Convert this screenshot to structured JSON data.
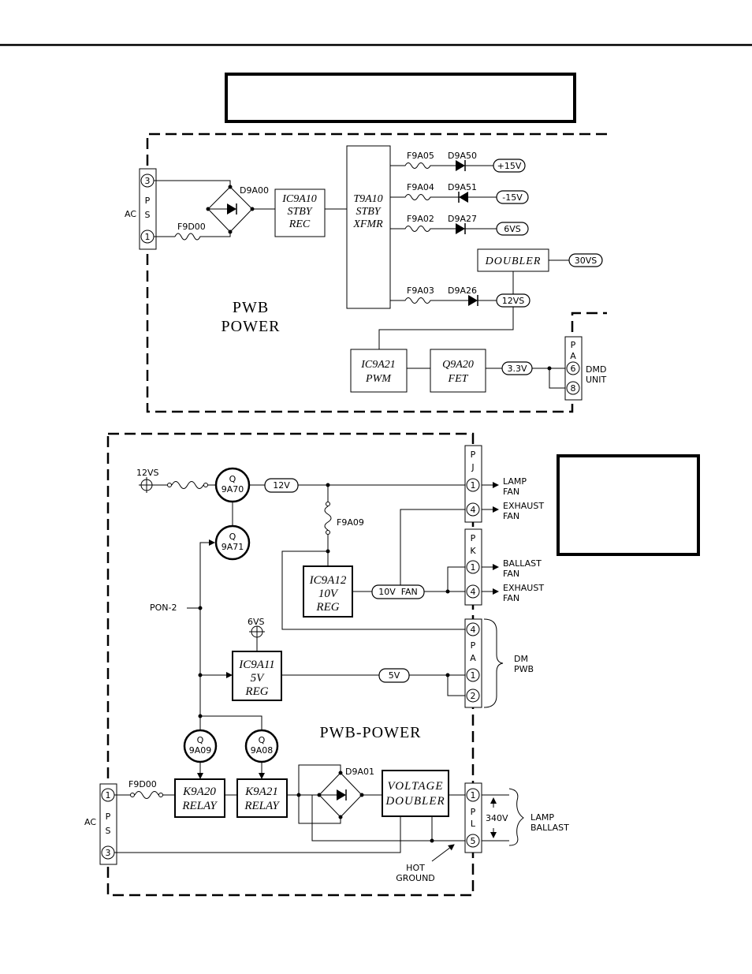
{
  "top": {
    "title": "",
    "ac": "AC",
    "ps_letters": [
      "P",
      "S"
    ],
    "ps_pins": [
      "3",
      "1"
    ],
    "d9a00": "D9A00",
    "f9d00": "F9D00",
    "ic9a10": [
      "IC9A10",
      "STBY",
      "REC"
    ],
    "t9a10": [
      "T9A10",
      "STBY",
      "XFMR"
    ],
    "fuses": [
      "F9A05",
      "F9A04",
      "F9A02",
      "F9A03"
    ],
    "diodes": [
      "D9A50",
      "D9A51",
      "D9A27",
      "D9A26"
    ],
    "outputs": [
      "+15V",
      "-15V",
      "6VS",
      "12VS"
    ],
    "doubler": "DOUBLER",
    "v30": "30VS",
    "pwb": [
      "PWB",
      "POWER"
    ],
    "ic9a21": [
      "IC9A21",
      "PWM"
    ],
    "q9a20": [
      "Q9A20",
      "FET"
    ],
    "v33": "3.3V",
    "pa_letters": [
      "P",
      "A"
    ],
    "pa_pins": [
      "6",
      "8"
    ],
    "dmd": [
      "DMD",
      "UNIT"
    ]
  },
  "bottom": {
    "v12vs": "12VS",
    "q9a70": [
      "Q",
      "9A70"
    ],
    "q9a71": [
      "Q",
      "9A71"
    ],
    "v12": "12V",
    "f9a09": "F9A09",
    "ic9a12": [
      "IC9A12",
      "10V",
      "REG"
    ],
    "fan10v": "10V  FAN",
    "pon2": "PON-2",
    "v6vs": "6VS",
    "ic9a11": [
      "IC9A11",
      "5V",
      "REG"
    ],
    "v5": "5V",
    "pwb_power": "PWB-POWER",
    "q9a09": [
      "Q",
      "9A09"
    ],
    "q9a08": [
      "Q",
      "9A08"
    ],
    "f9d00": "F9D00",
    "k9a20": [
      "K9A20",
      "RELAY"
    ],
    "k9a21": [
      "K9A21",
      "RELAY"
    ],
    "d9a01": "D9A01",
    "vdoubler": [
      "VOLTAGE",
      "DOUBLER"
    ],
    "ac": "AC",
    "ps_letters": [
      "P",
      "S"
    ],
    "ps_pins": [
      "1",
      "3"
    ],
    "pj_letters": [
      "P",
      "J"
    ],
    "pj_pins": [
      "1",
      "4"
    ],
    "pk_letters": [
      "P",
      "K"
    ],
    "pk_pins": [
      "1",
      "4"
    ],
    "pa_letters": [
      "P",
      "A"
    ],
    "pa_pins": [
      "4",
      "1",
      "2"
    ],
    "pl_letters": [
      "P",
      "L"
    ],
    "pl_pins": [
      "1",
      "5"
    ],
    "lamp_fan": [
      "LAMP",
      "FAN"
    ],
    "exhaust_fan1": [
      "EXHAUST",
      "FAN"
    ],
    "ballast_fan": [
      "BALLAST",
      "FAN"
    ],
    "exhaust_fan2": [
      "EXHAUST",
      "FAN"
    ],
    "dm_pwb": [
      "DM",
      "PWB"
    ],
    "v340": "340V",
    "lamp_ballast": [
      "LAMP",
      "BALLAST"
    ],
    "hot_ground": [
      "HOT",
      "GROUND"
    ],
    "note": ""
  }
}
